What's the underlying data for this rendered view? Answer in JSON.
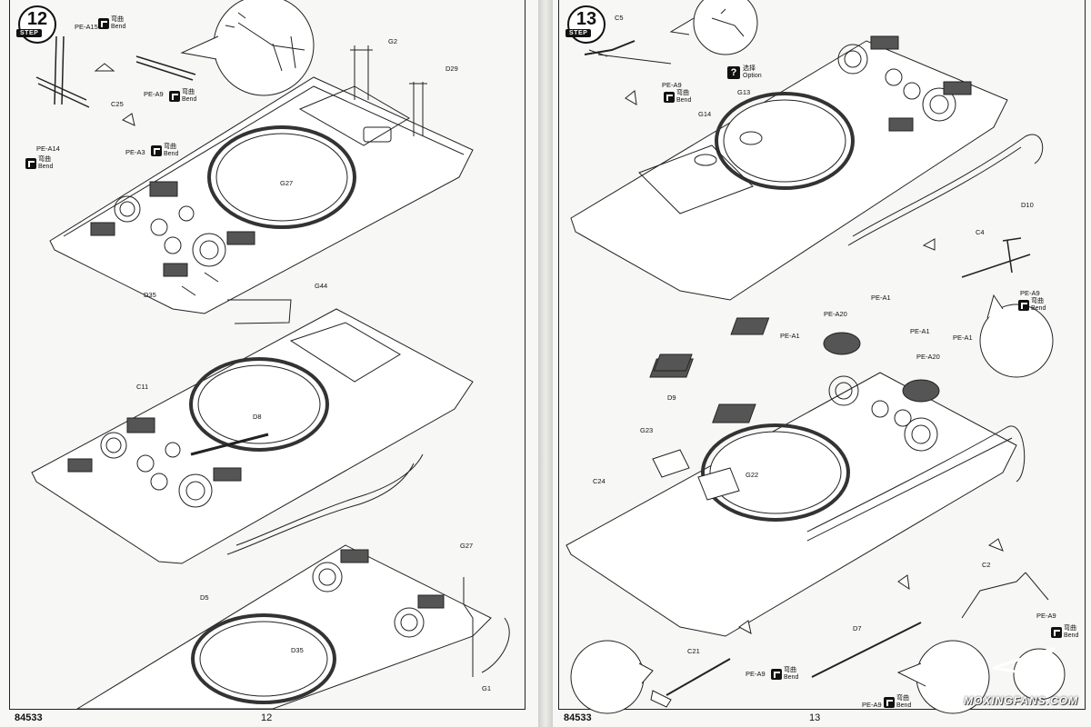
{
  "left_page": {
    "step_number": "12",
    "step_label": "STEP",
    "page_number": "12",
    "product_code": "84533",
    "labels": {
      "pe_a15": "PE-A15",
      "g2": "G2",
      "c25": "C25",
      "pe_a9": "PE-A9",
      "d29": "D29",
      "pe_a14": "PE-A14",
      "pe_a3": "PE-A3",
      "g27": "G27",
      "d35": "D35",
      "g44": "G44",
      "c11": "C11",
      "d8": "D8",
      "d5": "D5",
      "g27b": "G27",
      "d35b": "D35",
      "g1": "G1"
    },
    "bend_notes": [
      {
        "cn": "弯曲",
        "en": "Bend"
      },
      {
        "cn": "弯曲",
        "en": "Bend"
      },
      {
        "cn": "弯曲",
        "en": "Bend"
      },
      {
        "cn": "弯曲",
        "en": "Bend"
      }
    ]
  },
  "right_page": {
    "step_number": "13",
    "step_label": "STEP",
    "page_number": "13",
    "product_code": "84533",
    "option": {
      "cn": "选择",
      "en": "Option"
    },
    "labels": {
      "c5": "C5",
      "pe_a9": "PE-A9",
      "g13": "G13",
      "g14": "G14",
      "d10": "D10",
      "c4": "C4",
      "pe_a9b": "PE-A9",
      "pe_a1a": "PE-A1",
      "pe_a20a": "PE-A20",
      "pe_a1b": "PE-A1",
      "pe_a1c": "PE-A1",
      "pe_a20b": "PE-A20",
      "pe_a1d": "PE-A1",
      "d9": "D9",
      "g23": "G23",
      "c24": "C24",
      "g22": "G22",
      "c2": "C2",
      "pe_a9c": "PE-A9",
      "d7": "D7",
      "c21": "C21",
      "pe_a9d": "PE-A9",
      "pe_a9e": "PE-A9"
    },
    "bend_notes": [
      {
        "cn": "弯曲",
        "en": "Bend"
      },
      {
        "cn": "弯曲",
        "en": "Bend"
      },
      {
        "cn": "弯曲",
        "en": "Bend"
      },
      {
        "cn": "弯曲",
        "en": "Bend"
      },
      {
        "cn": "弯曲",
        "en": "Bend"
      }
    ]
  },
  "watermark": "MOXINGFANS.COM"
}
